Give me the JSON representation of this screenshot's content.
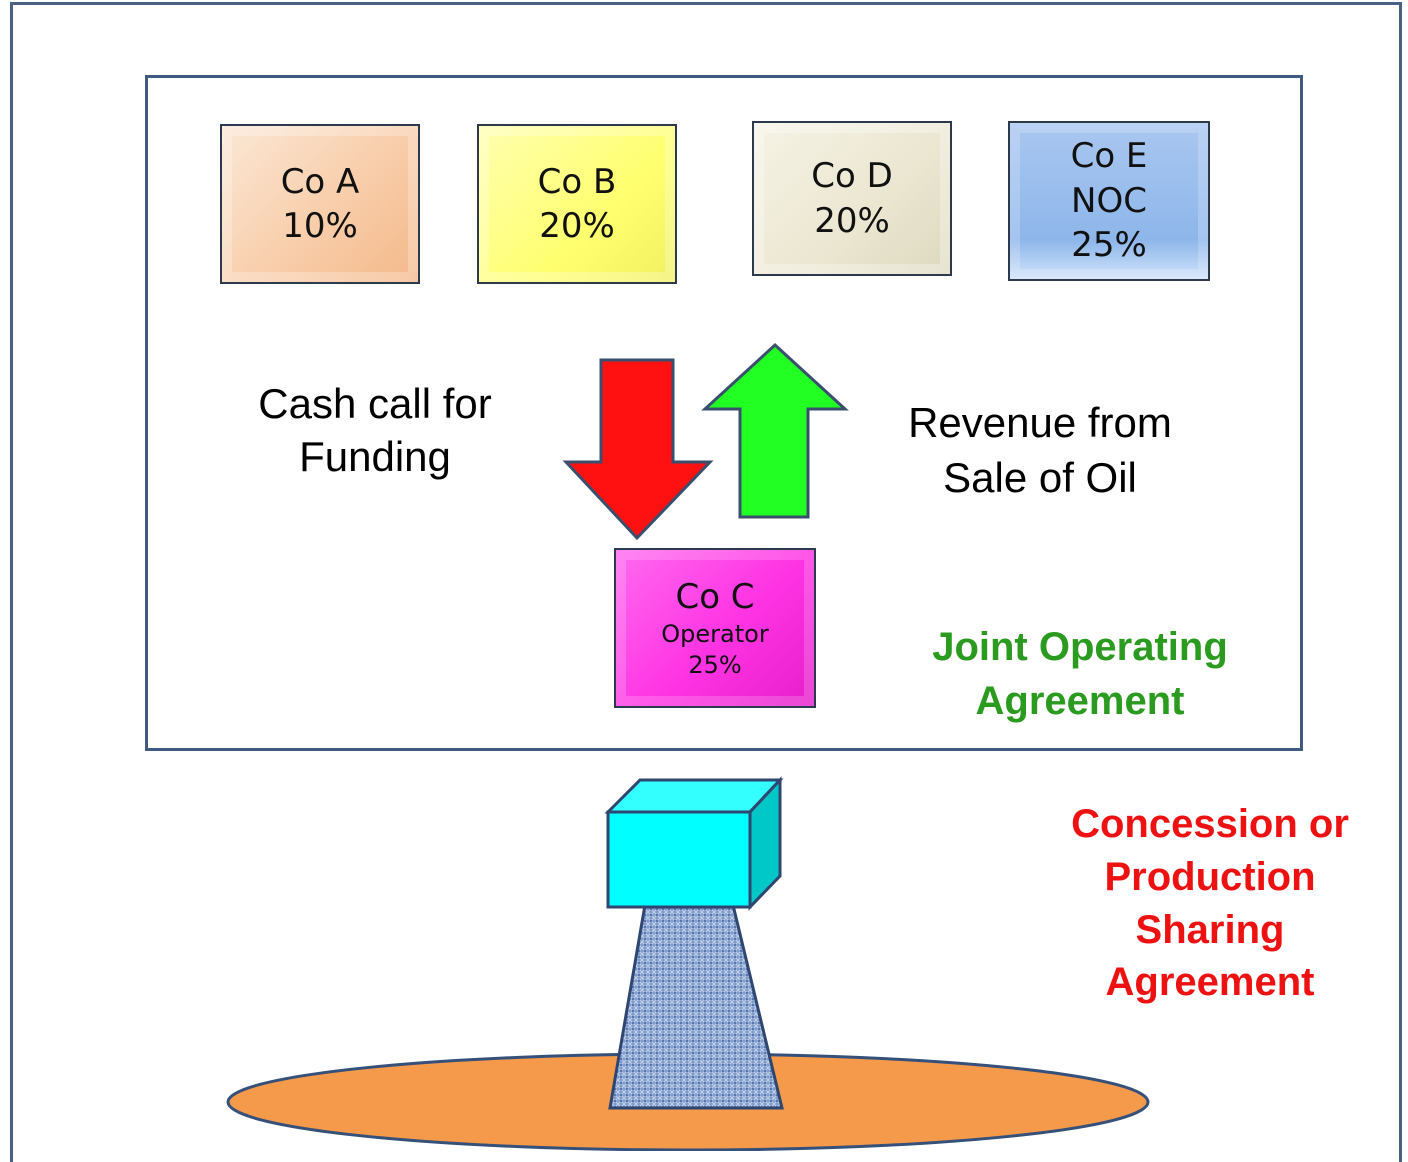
{
  "companies": {
    "a": {
      "name": "Co A",
      "share": "10%"
    },
    "b": {
      "name": "Co B",
      "share": "20%"
    },
    "c": {
      "name": "Co C",
      "role": "Operator",
      "share": "25%"
    },
    "d": {
      "name": "Co D",
      "share": "20%"
    },
    "e": {
      "name": "Co E",
      "role": "NOC",
      "share": "25%"
    }
  },
  "flows": {
    "cash_call": {
      "line1": "Cash call for",
      "line2": "Funding"
    },
    "revenue": {
      "line1": "Revenue from",
      "line2": "Sale of Oil"
    }
  },
  "agreements": {
    "joa": {
      "line1": "Joint Operating",
      "line2": "Agreement"
    },
    "psa": {
      "line1": "Concession or",
      "line2": "Production",
      "line3": "Sharing",
      "line4": "Agreement"
    }
  },
  "colors": {
    "cash_arrow": "#ff1111",
    "revenue_arrow": "#22ff22",
    "joa_text": "#2a9b1f",
    "psa_text": "#ee1111",
    "reservoir": "#f5994a",
    "platform_top": "#00ffff"
  }
}
